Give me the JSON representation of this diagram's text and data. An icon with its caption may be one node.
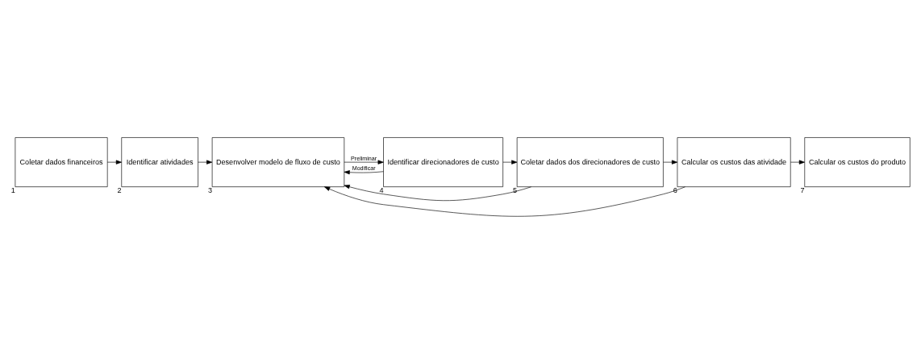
{
  "diagram": {
    "nodes": [
      {
        "text": [
          "Coletar dados financeiros"
        ],
        "beside": [
          "1"
        ]
      },
      {
        "text": [
          "Identificar atividades"
        ],
        "beside": [
          "2"
        ]
      },
      {
        "text": [
          "Desenvolver modelo de fluxo de custo"
        ],
        "beside": [
          "3"
        ]
      },
      {
        "text": [
          "Identificar direcionadores de custo"
        ],
        "beside": [
          "4"
        ]
      },
      {
        "text": [
          "Coletar dados dos direcionadores de custo"
        ],
        "beside": [
          "5"
        ]
      },
      {
        "text": [
          "Calcular os custos das atividade"
        ],
        "beside": [
          "6"
        ]
      },
      {
        "text": [
          "Calcular os custos do produto"
        ],
        "beside": [
          "7"
        ]
      }
    ],
    "edges": [
      {
        "from": 0,
        "to": 1,
        "arrow": "to"
      },
      {
        "from": 1,
        "to": 2,
        "arrow": "to"
      },
      {
        "from": 2,
        "to": 3,
        "arrow": "to",
        "label": "Preliminar"
      },
      {
        "from": 3,
        "to": 4,
        "arrow": "to"
      },
      {
        "from": 4,
        "to": 5,
        "arrow": "to"
      },
      {
        "from": 5,
        "to": 6,
        "arrow": "to"
      },
      {
        "from": 3,
        "to": 2,
        "arrow": "to",
        "label": "Modificar"
      },
      {
        "from": 4,
        "to": 2,
        "arrow": "to"
      },
      {
        "from": 5,
        "to": 2,
        "arrow": "to"
      }
    ]
  }
}
